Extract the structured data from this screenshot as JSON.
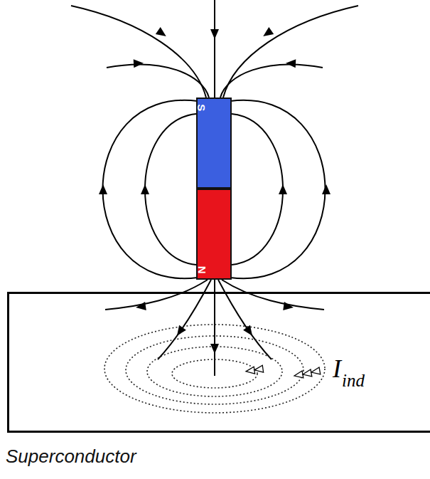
{
  "diagram": {
    "nodes": [
      {
        "text": [
          "S"
        ]
      },
      {
        "text": [
          "N"
        ]
      },
      {
        "text": [
          "Superconductor"
        ]
      }
    ],
    "labels": [
      "I",
      "ind"
    ]
  }
}
